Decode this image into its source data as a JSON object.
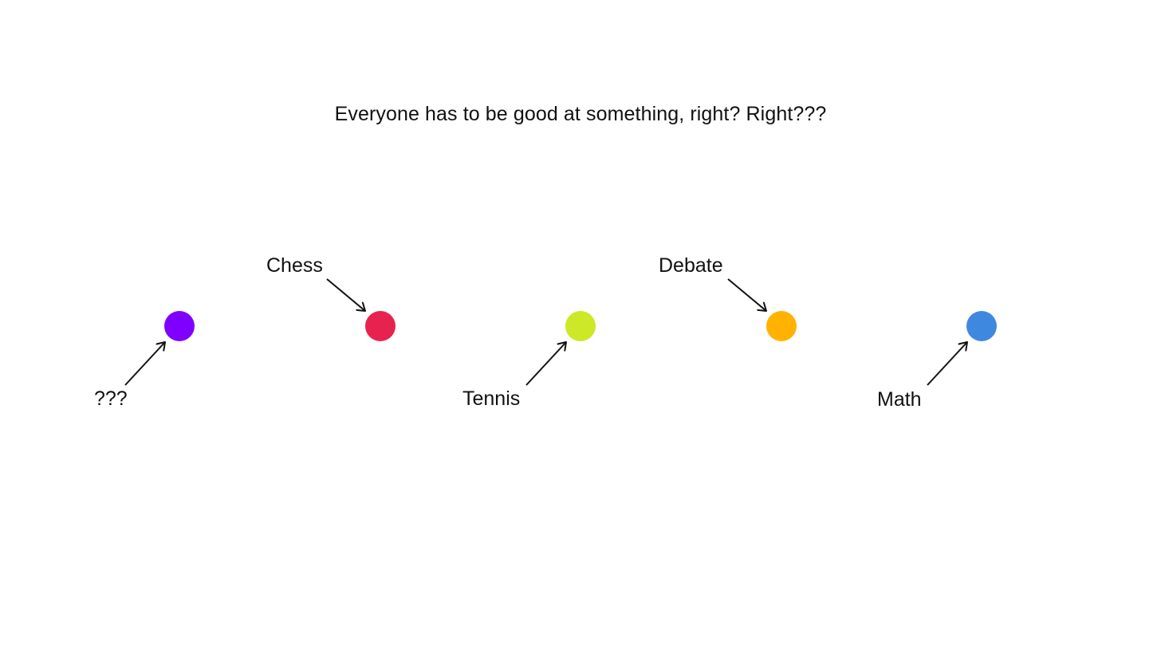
{
  "title": "Everyone has to be good at something, right? Right???",
  "nodes": [
    {
      "label": "???",
      "color": "#8000ff"
    },
    {
      "label": "Chess",
      "color": "#e8224f"
    },
    {
      "label": "Tennis",
      "color": "#cde826"
    },
    {
      "label": "Debate",
      "color": "#ffb300"
    },
    {
      "label": "Math",
      "color": "#3f88e0"
    }
  ],
  "arrow_color": "#111111"
}
